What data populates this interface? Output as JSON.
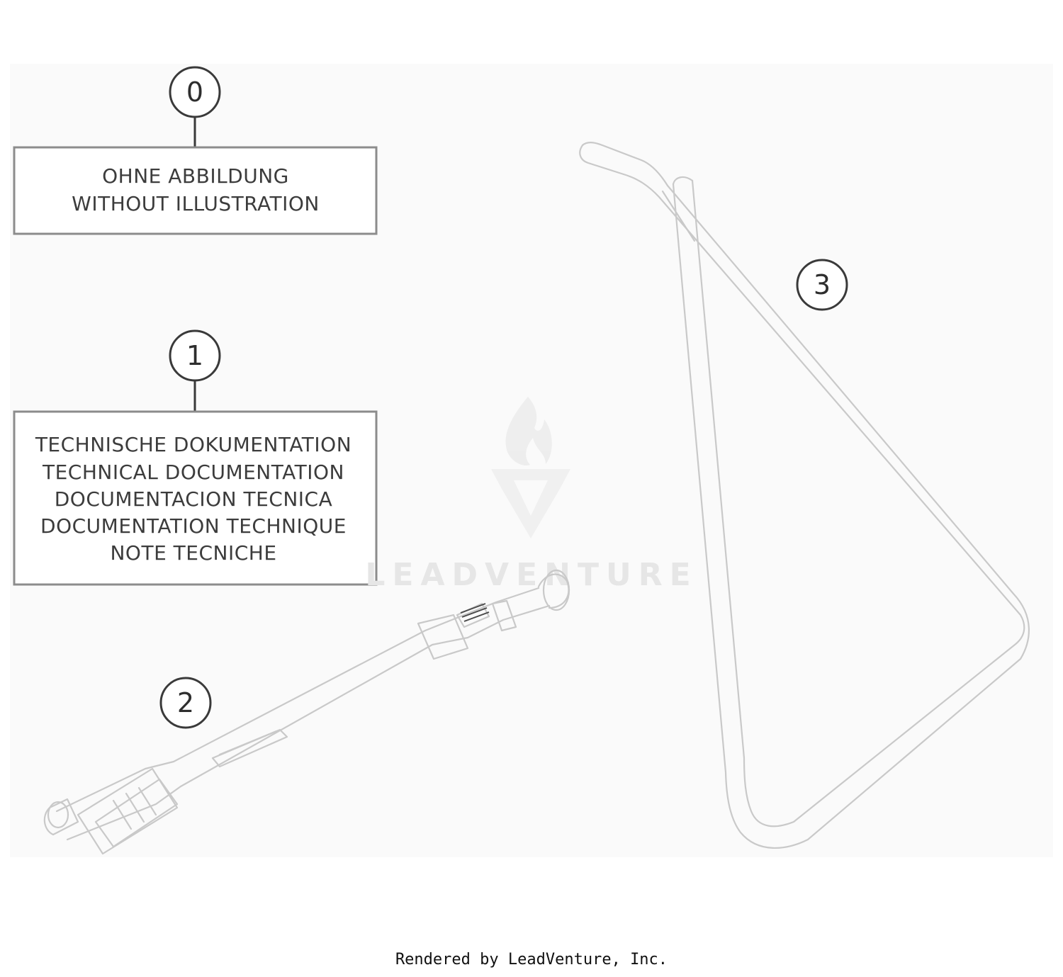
{
  "callouts": [
    {
      "id": "0",
      "label": "0"
    },
    {
      "id": "1",
      "label": "1"
    },
    {
      "id": "2",
      "label": "2"
    },
    {
      "id": "3",
      "label": "3"
    }
  ],
  "boxes": {
    "box0": {
      "lines": [
        "OHNE ABBILDUNG",
        "WITHOUT ILLUSTRATION"
      ]
    },
    "box1": {
      "lines": [
        "TECHNISCHE DOKUMENTATION",
        "TECHNICAL DOCUMENTATION",
        "DOCUMENTACION TECNICA",
        "DOCUMENTATION TECHNIQUE",
        "NOTE TECNICHE"
      ]
    }
  },
  "watermark": {
    "text": "LEADVENTURE"
  },
  "footer": {
    "text": "Rendered by LeadVenture, Inc."
  }
}
